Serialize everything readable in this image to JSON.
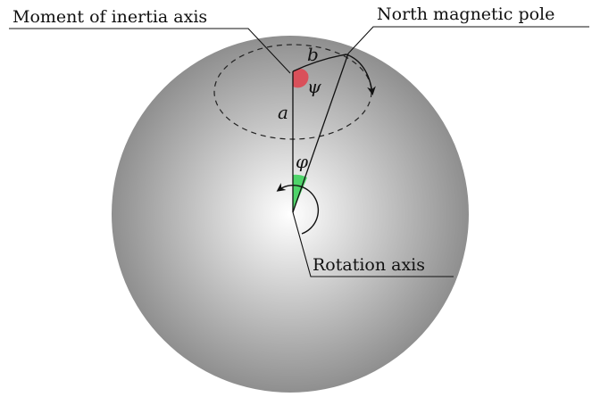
{
  "labels": {
    "moment_axis": "Moment of inertia axis",
    "north_pole": "North magnetic pole",
    "rotation_axis": "Rotation axis"
  },
  "symbols": {
    "a": "a",
    "b": "b",
    "psi": "ψ",
    "phi": "φ"
  },
  "colors": {
    "sphere_center": "#ffffff",
    "sphere_edge": "#8c8c8c",
    "psi_wedge": "#d9505a",
    "phi_wedge": "#4fd46a",
    "line": "#111111"
  }
}
